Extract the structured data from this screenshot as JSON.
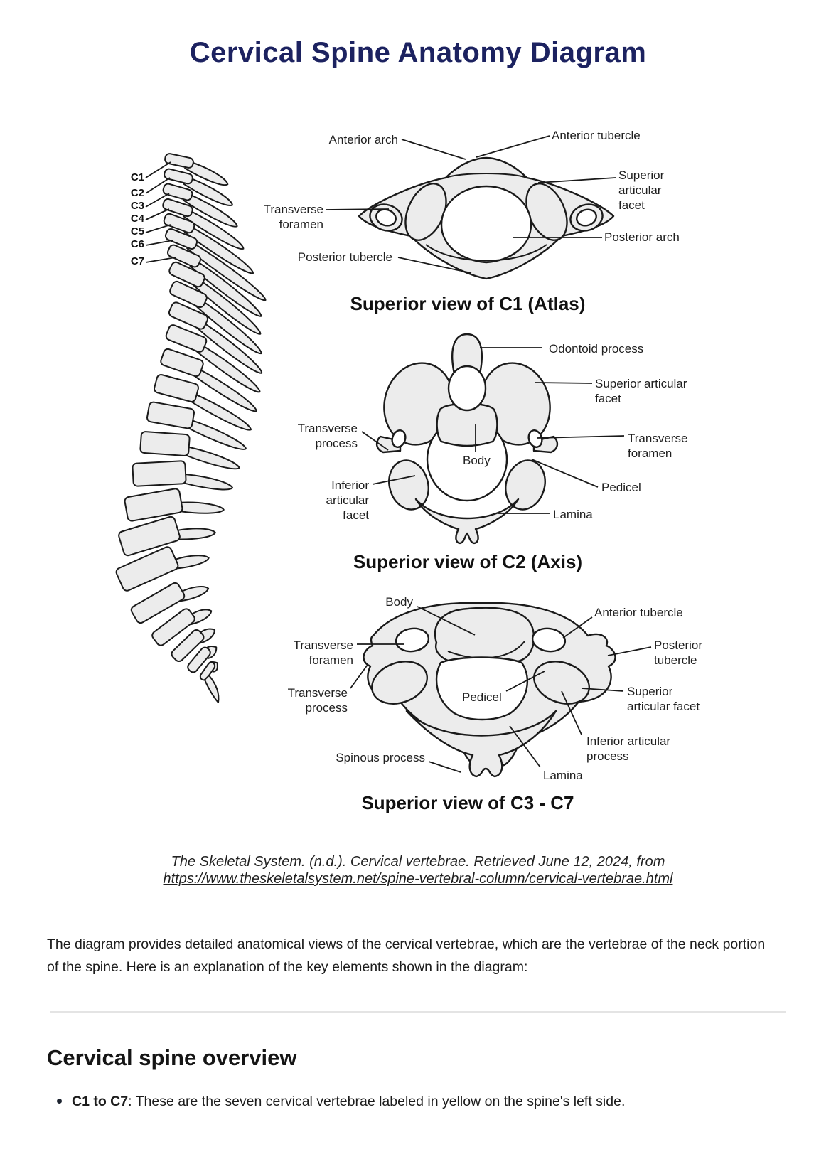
{
  "page": {
    "title": "Cervical Spine Anatomy Diagram"
  },
  "spine": {
    "vertebra_labels": [
      "C1",
      "C2",
      "C3",
      "C4",
      "C5",
      "C6",
      "C7"
    ]
  },
  "figures": {
    "c1": {
      "caption": "Superior view of C1 (Atlas)",
      "labels": {
        "anterior_arch": "Anterior arch",
        "anterior_tubercle": "Anterior tubercle",
        "transverse_foramen": "Transverse\nforamen",
        "superior_articular_facet": "Superior\narticular\nfacet",
        "posterior_arch": "Posterior arch",
        "posterior_tubercle": "Posterior tubercle"
      }
    },
    "c2": {
      "caption": "Superior view of C2 (Axis)",
      "labels": {
        "odontoid_process": "Odontoid process",
        "superior_articular_facet": "Superior articular\nfacet",
        "transverse_process": "Transverse\nprocess",
        "body": "Body",
        "transverse_foramen": "Transverse\nforamen",
        "inferior_articular_facet": "Inferior\narticular\nfacet",
        "pedicel": "Pedicel",
        "lamina": "Lamina"
      }
    },
    "c3_c7": {
      "caption": "Superior view of C3 - C7",
      "labels": {
        "body": "Body",
        "anterior_tubercle": "Anterior tubercle",
        "transverse_foramen": "Transverse\nforamen",
        "posterior_tubercle": "Posterior\ntubercle",
        "transverse_process": "Transverse\nprocess",
        "pedicel": "Pedicel",
        "superior_articular_facet": "Superior\narticular facet",
        "inferior_articular_process": "Inferior articular\nprocess",
        "spinous_process": "Spinous process",
        "lamina": "Lamina"
      }
    }
  },
  "citation": {
    "line1": "The Skeletal System. (n.d.). Cervical vertebrae. Retrieved June 12, 2024, from",
    "link": "https://www.theskeletalsystem.net/spine-vertebral-column/cervical-vertebrae.html"
  },
  "intro": {
    "text": "The diagram provides detailed anatomical views of the cervical vertebrae, which are the vertebrae of the neck portion of the spine. Here is an explanation of the key elements shown in the diagram:"
  },
  "overview": {
    "heading": "Cervical spine overview",
    "bullet_term": "C1 to C7",
    "bullet_text": ": These are the seven cervical vertebrae labeled in yellow on the spine's left side."
  },
  "colors": {
    "title": "#1c2260",
    "bone_fill": "#ececec",
    "outline": "#1a1a1a",
    "text": "#1f1f1f"
  }
}
